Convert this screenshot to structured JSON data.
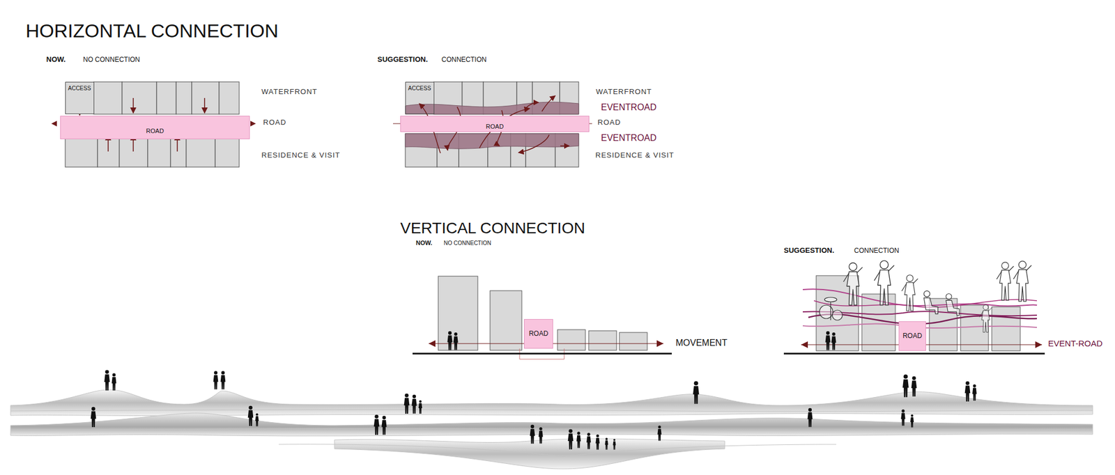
{
  "diagram": {
    "title": "HORIZONTAL CONNECTION",
    "nodes": [
      {
        "text": [
          "ACCESS"
        ]
      },
      {
        "text": [
          "ROAD"
        ]
      },
      {
        "text": [
          "ACCESS"
        ]
      },
      {
        "text": [
          "ROAD"
        ]
      },
      {
        "text": [
          "ROAD"
        ]
      },
      {
        "text": [
          "ROAD"
        ]
      }
    ],
    "edges": [
      {
        "from": 0,
        "to": 1,
        "arrow": "to"
      }
    ],
    "labels": [
      "NOW.",
      "NO CONNECTION",
      "WATERFRONT",
      "ROAD",
      "RESIDENCE & VISIT",
      "SUGGESTION.",
      "CONNECTION",
      "WATERFRONT",
      "EVENTROAD",
      "ROAD",
      "EVENTROAD",
      "RESIDENCE & VISIT",
      "VERTICAL CONNECTION",
      "NOW.",
      "NO CONNECTION",
      "MOVEMENT",
      "SUGGESTION.",
      "CONNECTION",
      "EVENT-ROAD"
    ]
  }
}
